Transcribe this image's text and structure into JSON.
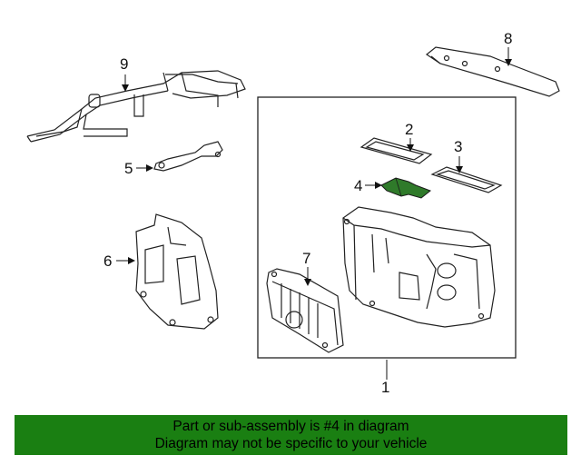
{
  "callouts": {
    "c1": "1",
    "c2": "2",
    "c3": "3",
    "c4": "4",
    "c5": "5",
    "c6": "6",
    "c7": "7",
    "c8": "8",
    "c9": "9"
  },
  "highlight_color": "#2f7a2a",
  "banner": {
    "line1": "Part or sub-assembly is #4 in diagram",
    "line2": "Diagram may not be specific to your vehicle",
    "background": "#1a7f12"
  }
}
